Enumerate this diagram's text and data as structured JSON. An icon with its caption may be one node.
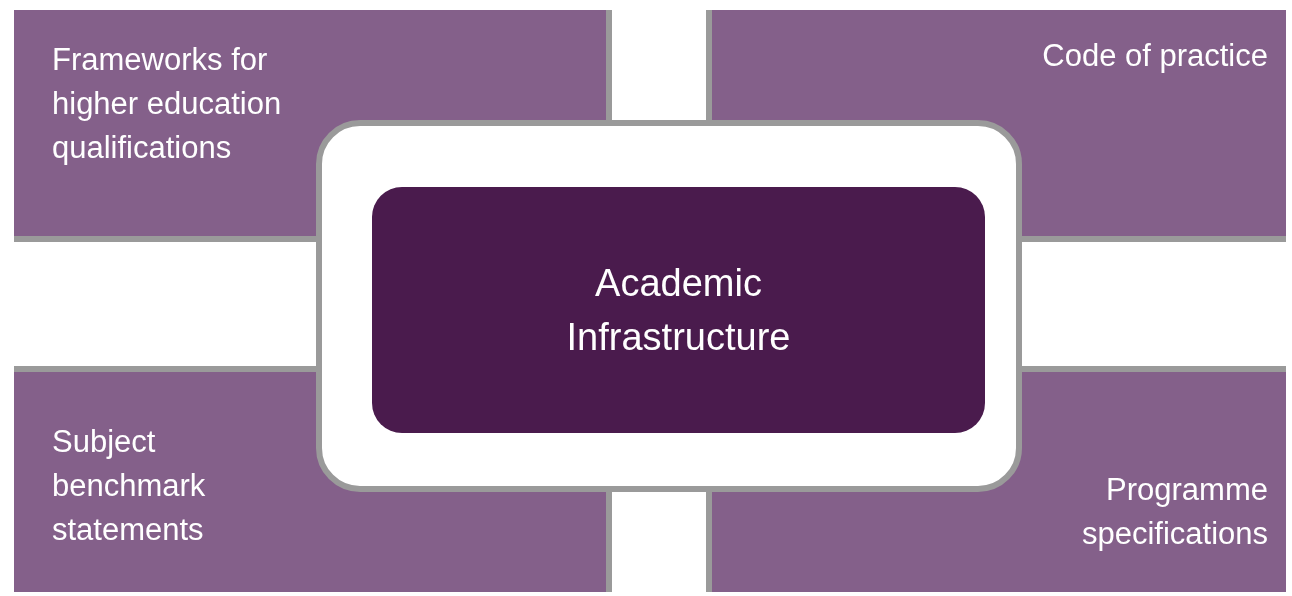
{
  "diagram": {
    "nodes": [
      {
        "text": [
          "Frameworks for higher education qualifications"
        ]
      },
      {
        "text": [
          "Code of practice"
        ]
      },
      {
        "text": [
          "Academic Infrastructure"
        ]
      },
      {
        "text": [
          "Subject benchmark statements"
        ]
      },
      {
        "text": [
          "Programme specifications"
        ]
      }
    ],
    "edges": []
  }
}
